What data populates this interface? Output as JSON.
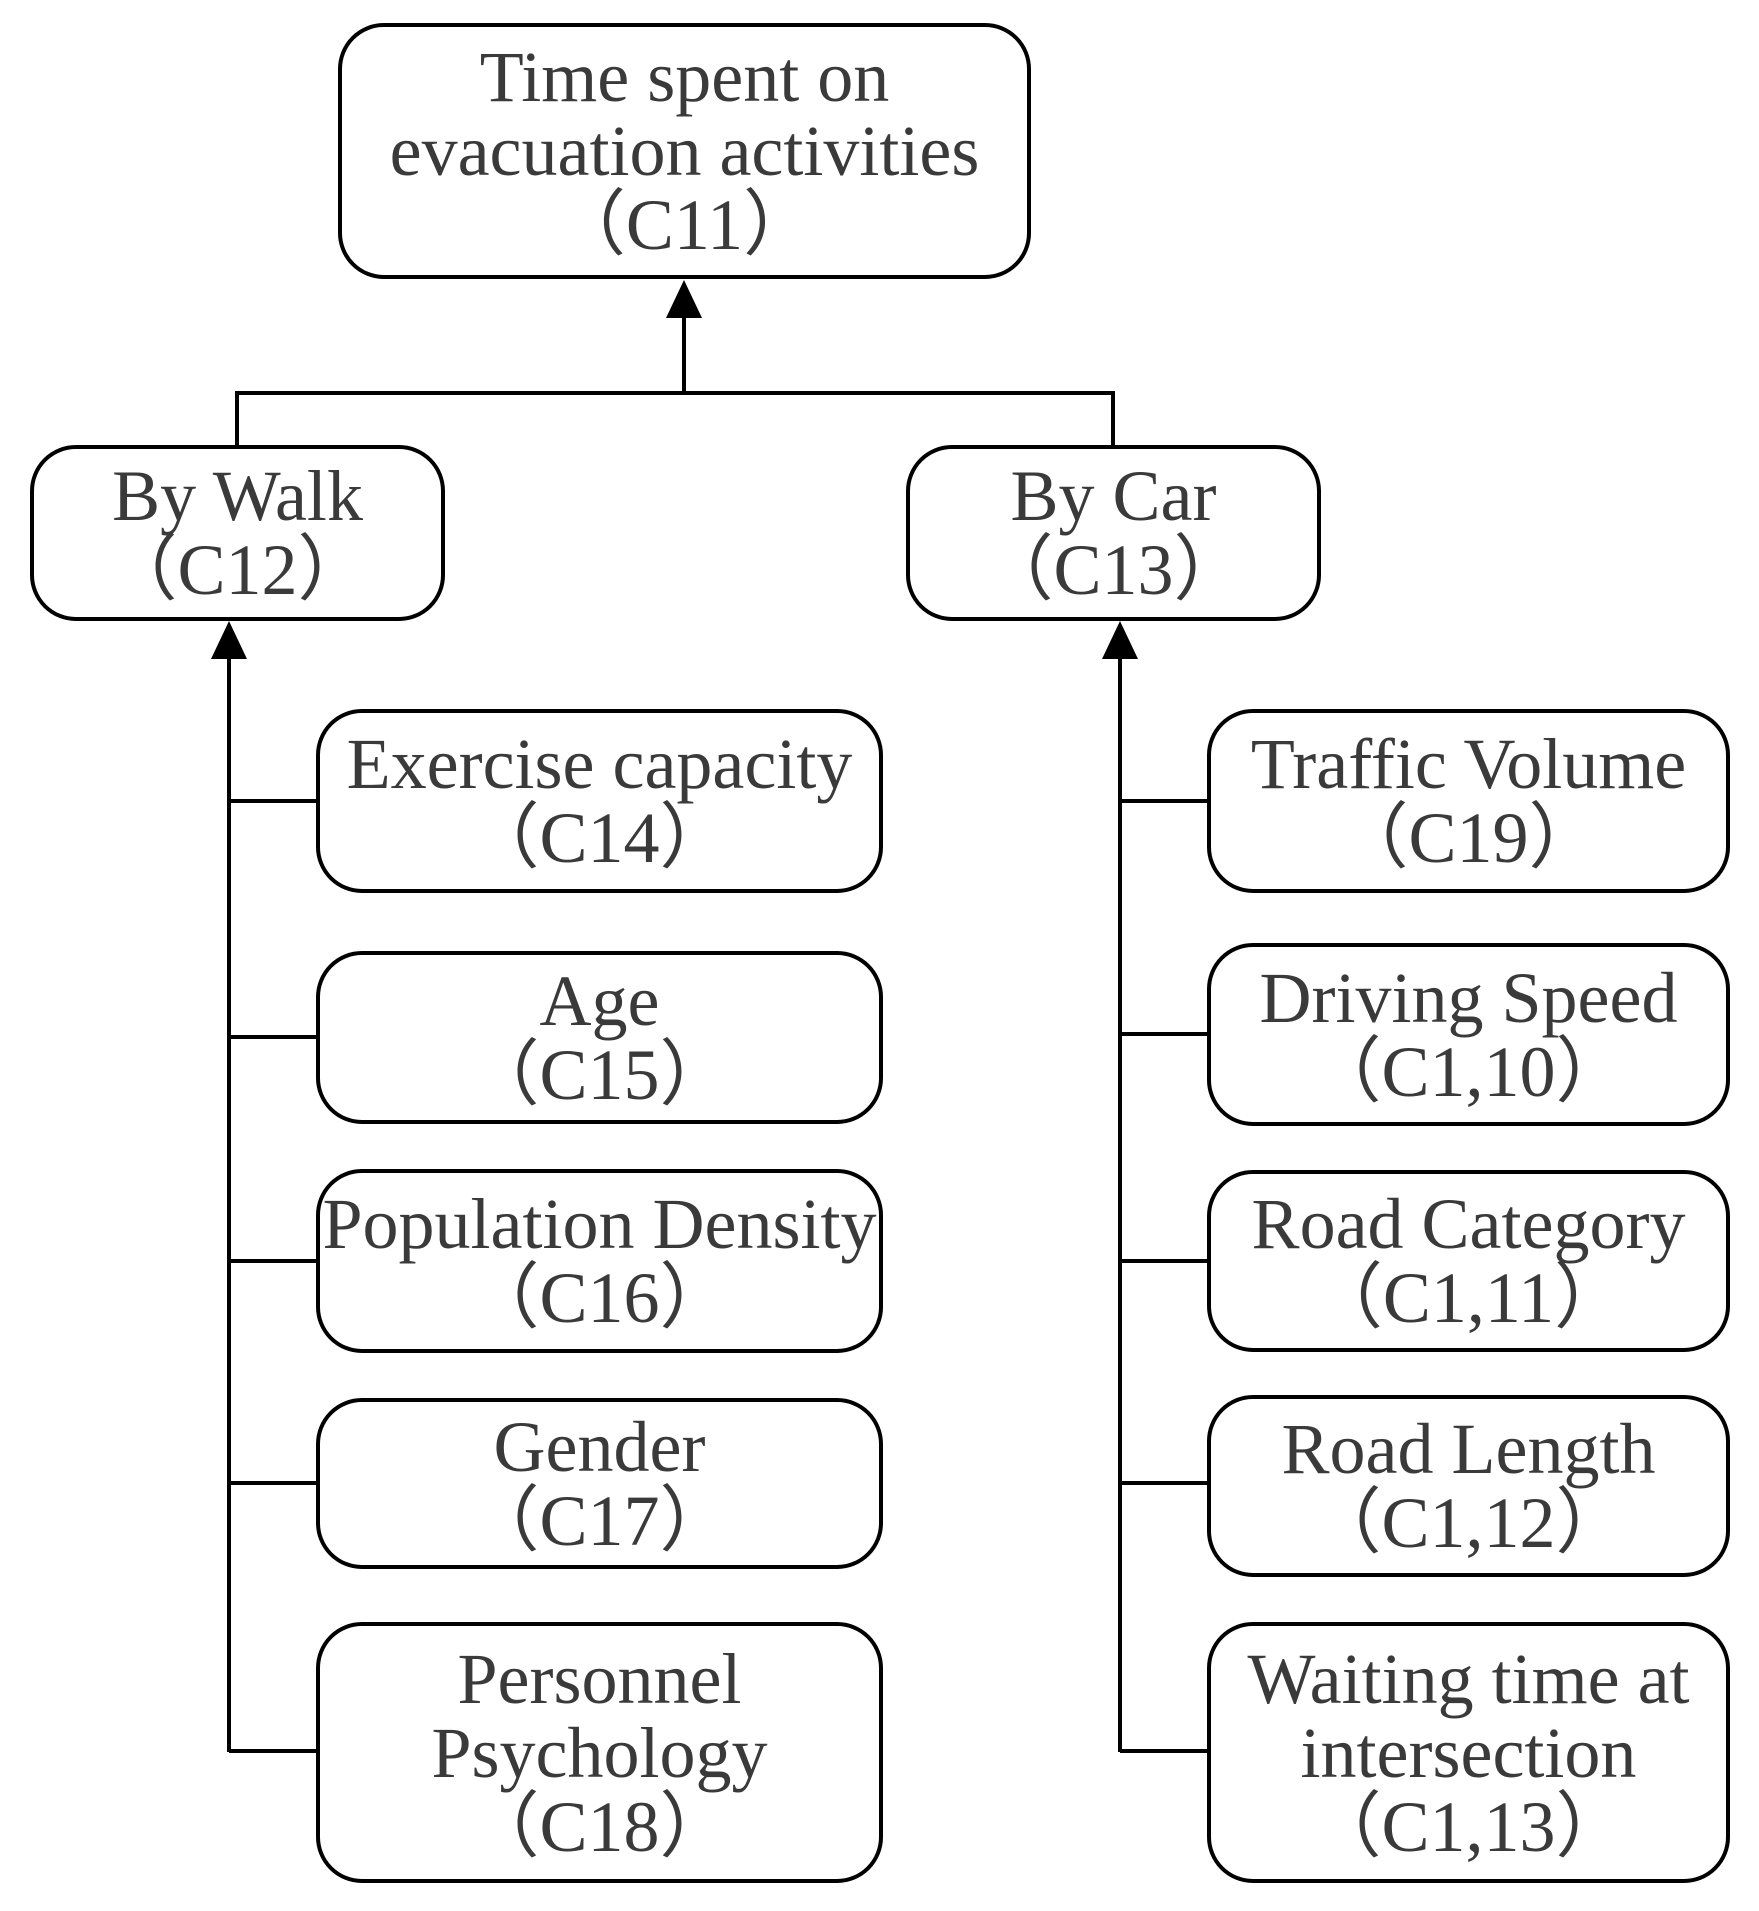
{
  "root": {
    "line1": "Time spent on",
    "line2": "evacuation activities",
    "code": "（C11）"
  },
  "walk": {
    "label": "By Walk",
    "code": "（C12）",
    "children": [
      {
        "lines": [
          "Exercise capacity"
        ],
        "code": "（C14）"
      },
      {
        "lines": [
          "Age"
        ],
        "code": "（C15）"
      },
      {
        "lines": [
          "Population Density"
        ],
        "code": "（C16）"
      },
      {
        "lines": [
          "Gender"
        ],
        "code": "（C17）"
      },
      {
        "lines": [
          "Personnel",
          "Psychology"
        ],
        "code": "（C18）"
      }
    ]
  },
  "car": {
    "label": "By Car",
    "code": "（C13）",
    "children": [
      {
        "lines": [
          "Traffic Volume"
        ],
        "code": "（C19）"
      },
      {
        "lines": [
          "Driving Speed"
        ],
        "code": "（C1,10）"
      },
      {
        "lines": [
          "Road Category"
        ],
        "code": "（C1,11）"
      },
      {
        "lines": [
          "Road Length"
        ],
        "code": "（C1,12）"
      },
      {
        "lines": [
          "Waiting time at",
          "intersection"
        ],
        "code": "（C1,13）"
      }
    ]
  },
  "colors": {
    "stroke": "#000000",
    "text": "#3a3a3a",
    "background": "#ffffff"
  }
}
